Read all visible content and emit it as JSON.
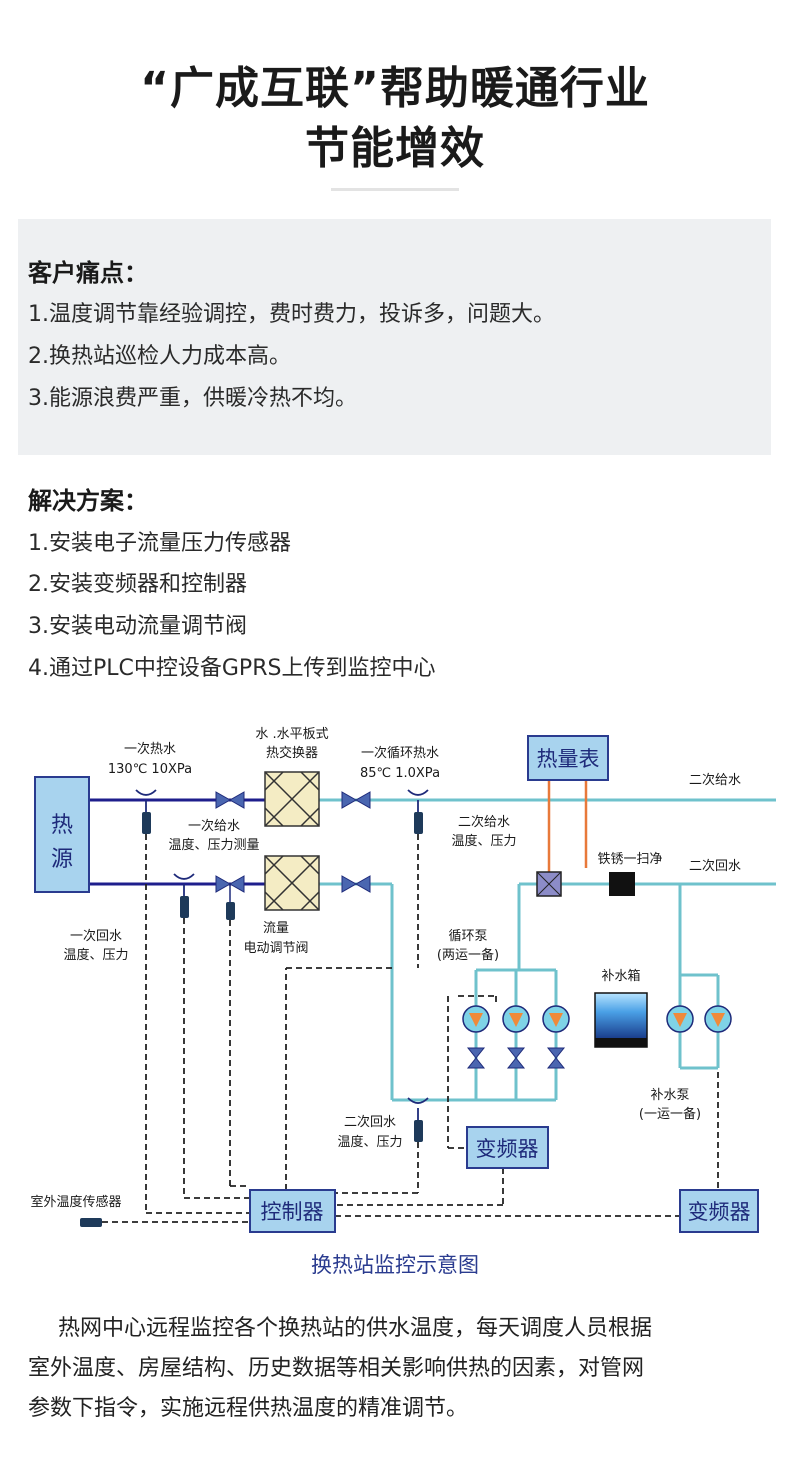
{
  "header": {
    "title_line1": "“广成互联”帮助暖通行业",
    "title_line2": "节能增效"
  },
  "pain_points": {
    "title": "客户痛点：",
    "items": [
      "1.温度调节靠经验调控，费时费力，投诉多，问题大。",
      "2.换热站巡检人力成本高。",
      "3.能源浪费严重，供暖冷热不均。"
    ]
  },
  "solution": {
    "title": "解决方案：",
    "items": [
      "1.安装电子流量压力传感器",
      "2.安装变频器和控制器",
      "3.安装电动流量调节阀",
      "4.通过PLC中控设备GPRS上传到监控中心"
    ]
  },
  "diagram": {
    "heat_source": [
      "热",
      "源"
    ],
    "primary_hot": "一次热水",
    "primary_hot_params": "130℃  10XPa",
    "exchanger_line1": "水 .水平板式",
    "exchanger_line2": "热交换器",
    "secondary_circ": "一次循环热水",
    "secondary_circ_params": "85℃  1.0XPa",
    "heat_meter": "热量表",
    "secondary_supply": "二次给水",
    "primary_supply_line1": "一次给水",
    "primary_supply_line2": "温度、压力测量",
    "secondary_supply_line1": "二次给水",
    "secondary_supply_line2": "温度、压力",
    "rust_clean": "铁锈一扫净",
    "secondary_return": "二次回水",
    "primary_return_line1": "一次回水",
    "primary_return_line2": "温度、压力",
    "flow_valve_line1": "流量",
    "flow_valve_line2": "电动调节阀",
    "circ_pump_line1": "循环泵",
    "circ_pump_line2": "(两运一备)",
    "makeup_tank": "补水箱",
    "makeup_pump_line1": "补水泵",
    "makeup_pump_line2": "(一运一备)",
    "secondary_return_tp_line1": "二次回水",
    "secondary_return_tp_line2": "温度、压力",
    "inverter": "变频器",
    "outdoor_sensor": "室外温度传感器",
    "controller": "控制器",
    "inverter2": "变频器",
    "colors": {
      "primary_pipe": "#1e1e8c",
      "secondary_pipe": "#6fc2cc",
      "box_fill": "#a8d3ee",
      "box_stroke": "#2a3b8f",
      "signal_line": "#e8793a",
      "pump_fill": "#f08a3a"
    }
  },
  "caption": "换热站监控示意图",
  "paragraph": [
    "热网中心远程监控各个换热站的供水温度，每天调度人员根据",
    "室外温度、房屋结构、历史数据等相关影响供热的因素，对管网",
    "参数下指令，实施远程供热温度的精准调节。"
  ]
}
